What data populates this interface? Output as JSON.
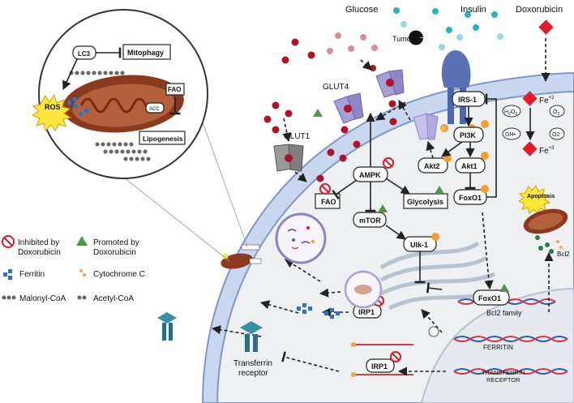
{
  "labels": {
    "glucose": "Glucose",
    "insulin": "Insulin",
    "doxorubicin": "Doxorubicin",
    "tumor": "Tumor",
    "glut1": "GLUT1",
    "glut4": "GLUT4",
    "irs1": "IRS-1",
    "pi3k": "PI3K",
    "akt2": "Akt2",
    "akt1": "Akt1",
    "foxo1_cyto": "FoxO1",
    "ampk": "AMPK",
    "fao": "FAO",
    "glycolysis": "Glycolysis",
    "mtor": "mTOR",
    "ulk1": "Ulk-1",
    "irp1_top": "IRP1",
    "irp1_bottom": "IRP1",
    "transferrin_receptor": "Transferrin\nreceptor",
    "foxo1_nucleus": "FoxO1",
    "bcl2_family": "Bcl2 family",
    "ferritin_gene": "FERRITIN",
    "transferrin_gene": "TRANSFERRIN\nRECEPTOR",
    "apoptosis": "Apoptosis",
    "bcl2": "Bcl2",
    "fe2": "Fe",
    "fe2_sup": "+2",
    "fe3": "Fe",
    "fe3_sup": "+3",
    "h2o2": "H2O2",
    "o2": "O2",
    "oh": "OH•",
    "o2minus": "O2⁻",
    "p": "P"
  },
  "inset": {
    "lc3": "LC3",
    "mitophagy": "Mitophagy",
    "ros": "ROS",
    "fao": "FAO",
    "acc": "ACC",
    "lipogenesis": "Lipogenesis"
  },
  "legend": {
    "inhibited": "Inhibited by\nDoxorubicin",
    "promoted": "Promoted by\nDoxorubicin",
    "ferritin": "Ferritin",
    "cytochrome": "Cytochrome C",
    "malonyl": "Malonyl-CoA",
    "acetyl": "Acetyl-CoA"
  },
  "colors": {
    "glucose_dot": "#b0122a",
    "insulin_dot": "#2bb3b9",
    "doxorubicin": "#e8192c",
    "membrane": "#c9d8ef",
    "membrane_edge": "#7f98c8",
    "cytoplasm": "#eef0f2",
    "mito": "#8b3a1e",
    "inhibit_icon": "#d6202a",
    "promote_icon": "#4a9a43",
    "p_circle": "#f3a12c",
    "ferritin": "#3e6fae",
    "ros": "#ffe63a"
  }
}
